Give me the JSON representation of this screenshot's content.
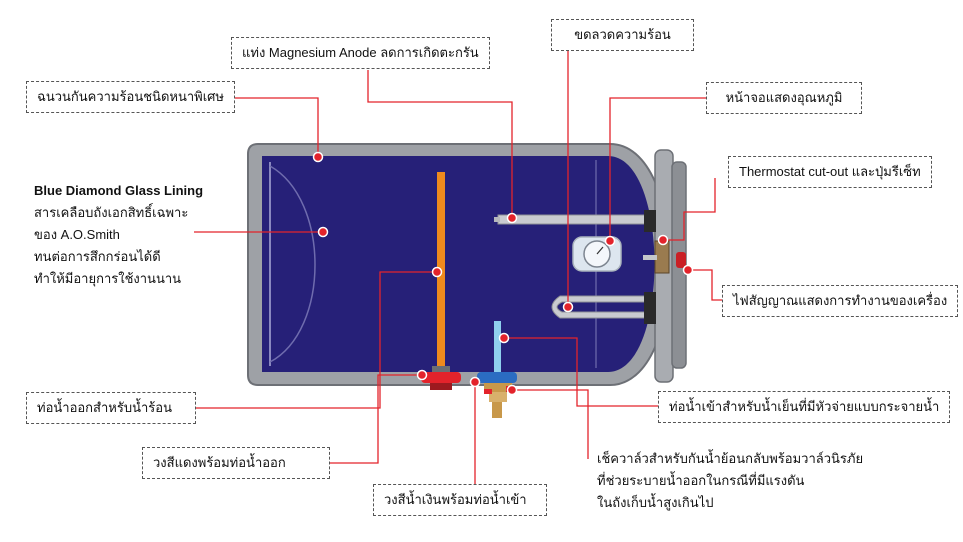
{
  "labels": {
    "magnesium_anode": "แท่ง Magnesium Anode ลดการเกิดตะกรัน",
    "heating_element": "ขดลวดความร้อน",
    "insulation": "ฉนวนกันความร้อนชนิดหนาพิเศษ",
    "temperature_display": "หน้าจอแสดงอุณหภูมิ",
    "thermostat": "Thermostat cut-out และปุ่มรีเซ็ท",
    "glass_lining": {
      "title": "Blue Diamond Glass Lining",
      "lines": [
        "สารเคลือบถังเอกสิทธิ์เฉพาะ",
        "ของ A.O.Smith",
        "ทนต่อการสึกกร่อนได้ดี",
        "ทำให้มีอายุการใช้งานนาน"
      ]
    },
    "indicator_light": "ไฟสัญญาณแสดงการทำงานของเครื่อง",
    "hot_water_outlet": "ท่อน้ำออกสำหรับน้ำร้อน",
    "cold_water_inlet": "ท่อน้ำเข้าสำหรับน้ำเย็นที่มีหัวจ่ายแบบกระจายน้ำ",
    "red_ring": "วงสีแดงพร้อมท่อน้ำออก",
    "safety_valve": {
      "lines": [
        "เช็ควาล์วสำหรับกันน้ำย้อนกลับพร้อมวาล์วนิรภัย",
        "ที่ช่วยระบายน้ำออกในกรณีที่มีแรงดัน",
        "ในถังเก็บน้ำสูงเกินไป"
      ]
    },
    "blue_ring": "วงสีน้ำเงินพร้อมท่อน้ำเข้า"
  },
  "colors": {
    "tank_interior": "#262078",
    "tank_shell": "#9ea1a6",
    "shell_edge": "#6d7076",
    "outlet_pipe": "#ef8a1d",
    "leader_line": "#e3232b",
    "heating_coil": "#c9cbd0",
    "inlet_pipe": "#8fd0ee",
    "brass_valve": "#c8984a",
    "ring_red": "#e3232b",
    "ring_blue": "#2b6cc2",
    "gauge_face": "#dde6ef"
  }
}
